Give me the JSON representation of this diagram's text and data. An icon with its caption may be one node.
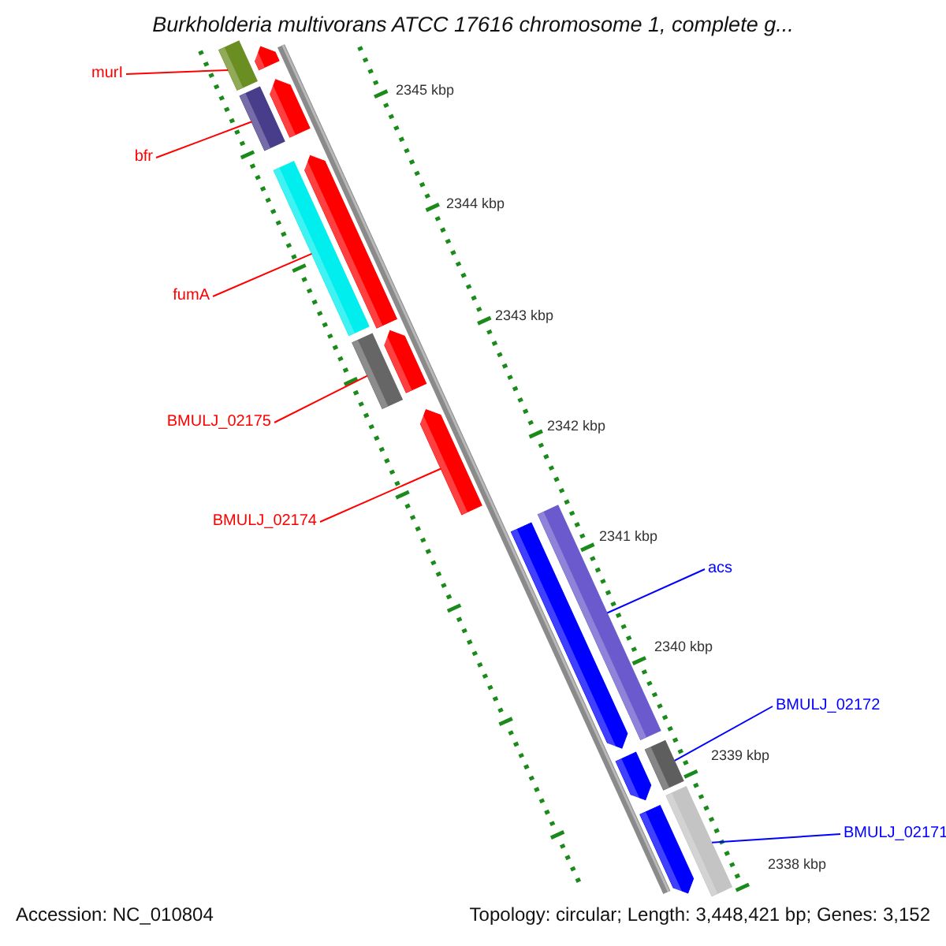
{
  "diagram": {
    "title": "Burkholderia multivorans ATCC 17616 chromosome 1, complete g...",
    "nodes": [
      {
        "text": [
          "murI"
        ]
      },
      {
        "text": [
          "bfr"
        ]
      },
      {
        "text": [
          "fumA"
        ]
      },
      {
        "text": [
          "BMULJ_02175"
        ]
      },
      {
        "text": [
          "BMULJ_02174"
        ]
      },
      {
        "text": [
          "acs"
        ]
      },
      {
        "text": [
          "BMULJ_02172"
        ]
      },
      {
        "text": [
          "BMULJ_02171"
        ]
      },
      {
        "text": [],
        "shape": "bar"
      },
      {
        "text": [],
        "shape": "bar"
      },
      {
        "text": [],
        "shape": "bar"
      },
      {
        "text": [],
        "shape": "bar"
      },
      {
        "text": [],
        "shape": "arrow"
      },
      {
        "text": [],
        "shape": "bar"
      },
      {
        "text": [],
        "shape": "bar"
      },
      {
        "text": [],
        "shape": "bar"
      }
    ],
    "edges": [
      {
        "from": 0,
        "to": 8,
        "arrow": "none"
      },
      {
        "from": 1,
        "to": 9,
        "arrow": "none"
      },
      {
        "from": 2,
        "to": 10,
        "arrow": "none"
      },
      {
        "from": 3,
        "to": 11,
        "arrow": "none"
      },
      {
        "from": 4,
        "to": 12,
        "arrow": "none"
      },
      {
        "from": 5,
        "to": 13,
        "arrow": "none",
        "color": "#0000ff"
      },
      {
        "from": 6,
        "to": 14,
        "arrow": "none",
        "color": "#0000ff"
      },
      {
        "from": 7,
        "to": 15,
        "arrow": "none",
        "color": "#0000ff"
      }
    ],
    "labels": [
      "2345 kbp",
      "2344 kbp",
      "2343 kbp",
      "2342 kbp",
      "2341 kbp",
      "2340 kbp",
      "2339 kbp",
      "2338 kbp",
      "Accession: NC_010804",
      "Topology: circular; Length: 3,448,421 bp; Genes: 3,152"
    ]
  }
}
